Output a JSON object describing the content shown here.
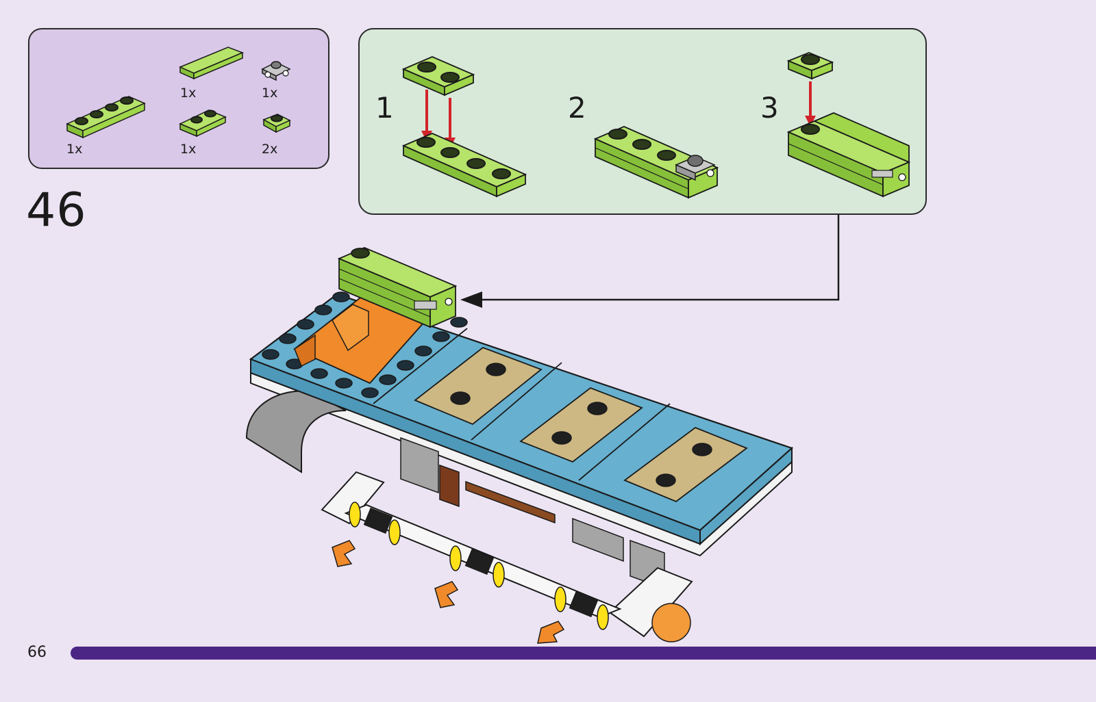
{
  "step": {
    "number": "46",
    "page_number": "66"
  },
  "parts": [
    {
      "name": "plate-1x4-lime",
      "qty": "1x"
    },
    {
      "name": "tile-1x4-lime",
      "qty": "1x"
    },
    {
      "name": "plate-1x2-lime",
      "qty": "1x"
    },
    {
      "name": "clip-light-gray",
      "qty": "1x"
    },
    {
      "name": "plate-1x1-lime",
      "qty": "2x"
    }
  ],
  "substeps": [
    {
      "label": "1"
    },
    {
      "label": "2"
    },
    {
      "label": "3"
    }
  ],
  "colors": {
    "background": "#ece4f3",
    "parts_box": "#d9c8e7",
    "substep_box": "#d8e9da",
    "lime": "#9fd64a",
    "azure": "#67b0cf",
    "tan": "#cdb883",
    "orange": "#f08a2a",
    "page_bar": "#4b2685",
    "arrow_red": "#d2232a"
  }
}
